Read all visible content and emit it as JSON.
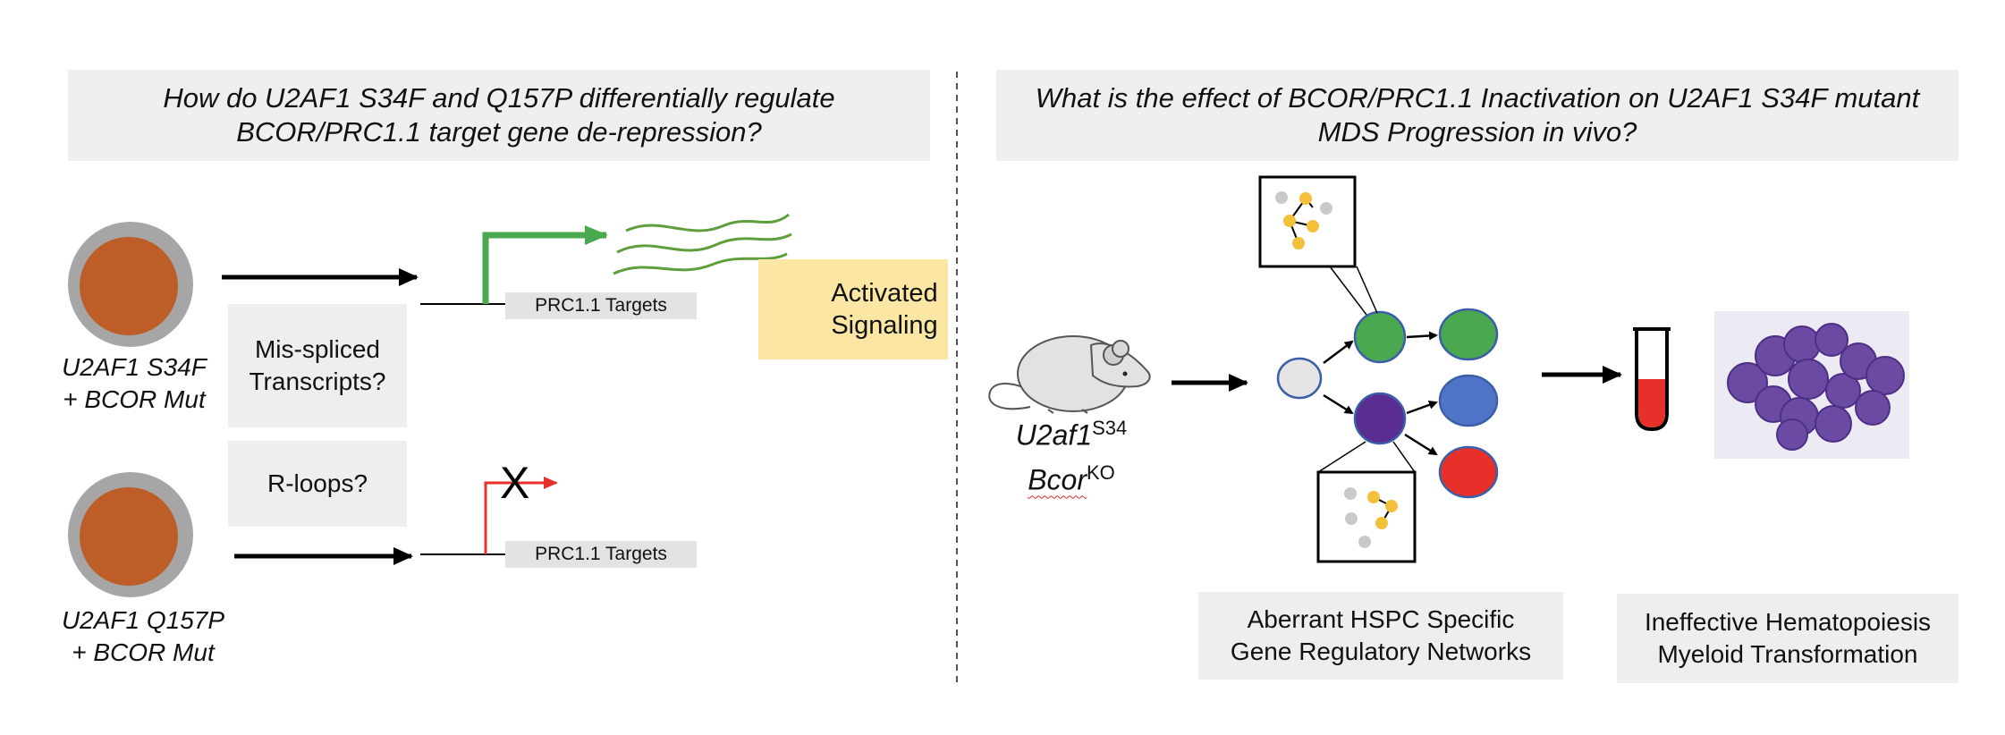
{
  "left_panel": {
    "question": "How do U2AF1 S34F and Q157P differentially regulate BCOR/PRC1.1 target gene de-repression?",
    "top_cell_label": "U2AF1 S34F\n+ BCOR Mut",
    "bottom_cell_label": "U2AF1 Q157P\n+ BCOR Mut",
    "missplice_box": "Mis-spliced\nTranscripts?",
    "rloop_box": "R-loops?",
    "target_top": "PRC1.1 Targets",
    "target_bottom": "PRC1.1 Targets",
    "activated_box": "Activated\nSignaling",
    "blocked_mark": "X"
  },
  "right_panel": {
    "question": "What is the effect of BCOR/PRC1.1 Inactivation on U2AF1 S34F mutant MDS Progression in vivo?",
    "mouse_gene1": "U2af1",
    "mouse_gene1_sup": "S34",
    "mouse_gene2": "Bcor",
    "mouse_gene2_sup": "KO",
    "network_box": "Aberrant HSPC Specific\nGene Regulatory Networks",
    "outcome_box": "Ineffective Hematopoiesis\nMyeloid Transformation"
  },
  "colors": {
    "cell_outer": "#a6a6a6",
    "cell_inner": "#bd5e28",
    "green": "#4aa84e",
    "purple": "#5b2d91",
    "blue": "#4f74c8",
    "red": "#e8302a",
    "yellow_node": "#f3c03a",
    "grey_node": "#c9c9c9",
    "activated_bg": "#fbe7a3"
  }
}
